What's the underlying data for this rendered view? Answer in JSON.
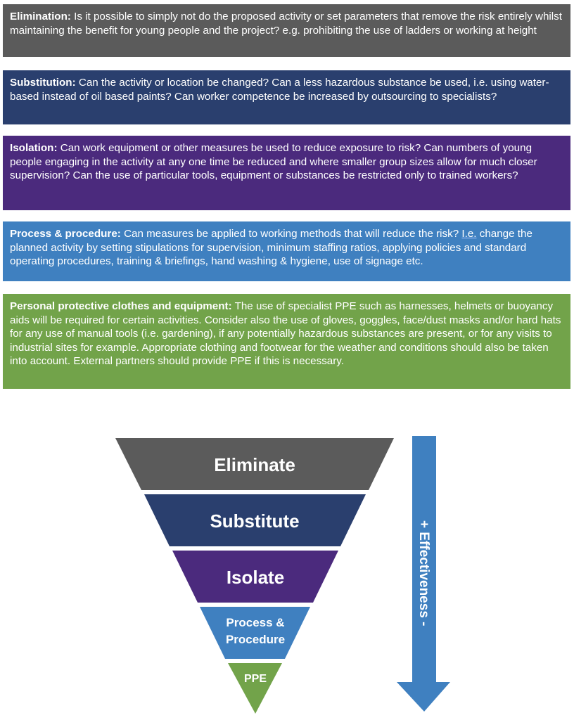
{
  "boxes": {
    "elimination": {
      "heading": "Elimination:",
      "text": " Is it possible to simply not do the proposed activity or set parameters that remove the risk entirely whilst maintaining the benefit for young people and the project? e.g. prohibiting the use of ladders or working at height",
      "color": "#5b5b5b"
    },
    "substitution": {
      "heading": "Substitution:",
      "text": " Can the activity or location be changed? Can a less hazardous substance be used, i.e. using water-based instead of oil based paints? Can worker competence be increased by outsourcing to specialists?",
      "color": "#2a3f6e"
    },
    "isolation": {
      "heading": "Isolation:",
      "text": " Can work equipment or other measures be used to reduce exposure to risk? Can numbers of young people engaging in the activity at any one time be reduced and where smaller group sizes allow for much closer supervision? Can the use of particular tools, equipment or substances be restricted only to trained workers?",
      "color": "#4b2a7d"
    },
    "process": {
      "heading": "Process & procedure:",
      "text_before": " Can measures be applied to working methods that will reduce the risk? ",
      "underlined": "I.e.",
      "text_after": " change the planned activity by setting stipulations for supervision, minimum staffing ratios, applying policies and standard operating procedures, training & briefings, hand washing & hygiene, use of signage etc.",
      "color": "#3f80c0"
    },
    "ppe": {
      "heading": "Personal protective clothes and equipment:",
      "text": " The use of specialist PPE such as harnesses, helmets or buoyancy aids will be required for certain activities. Consider also the use of gloves, goggles, face/dust masks and/or hard hats for any use of manual tools (i.e. gardening), if any potentially hazardous substances are present, or for any visits to industrial sites for example. Appropriate clothing and footwear for the weather and conditions should also be taken into account. External partners should provide PPE if this is necessary.",
      "color": "#72a34a"
    }
  },
  "pyramid": {
    "tiers": [
      {
        "label": "Eliminate",
        "color": "#5b5b5b"
      },
      {
        "label": "Substitute",
        "color": "#2a3f6e"
      },
      {
        "label": "Isolate",
        "color": "#4b2a7d"
      },
      {
        "label_line1": "Process &",
        "label_line2": "Procedure",
        "color": "#3f80c0"
      },
      {
        "label": "PPE",
        "color": "#72a34a"
      }
    ]
  },
  "arrow": {
    "label": "+ Effectiveness -",
    "color": "#3f80c0"
  }
}
